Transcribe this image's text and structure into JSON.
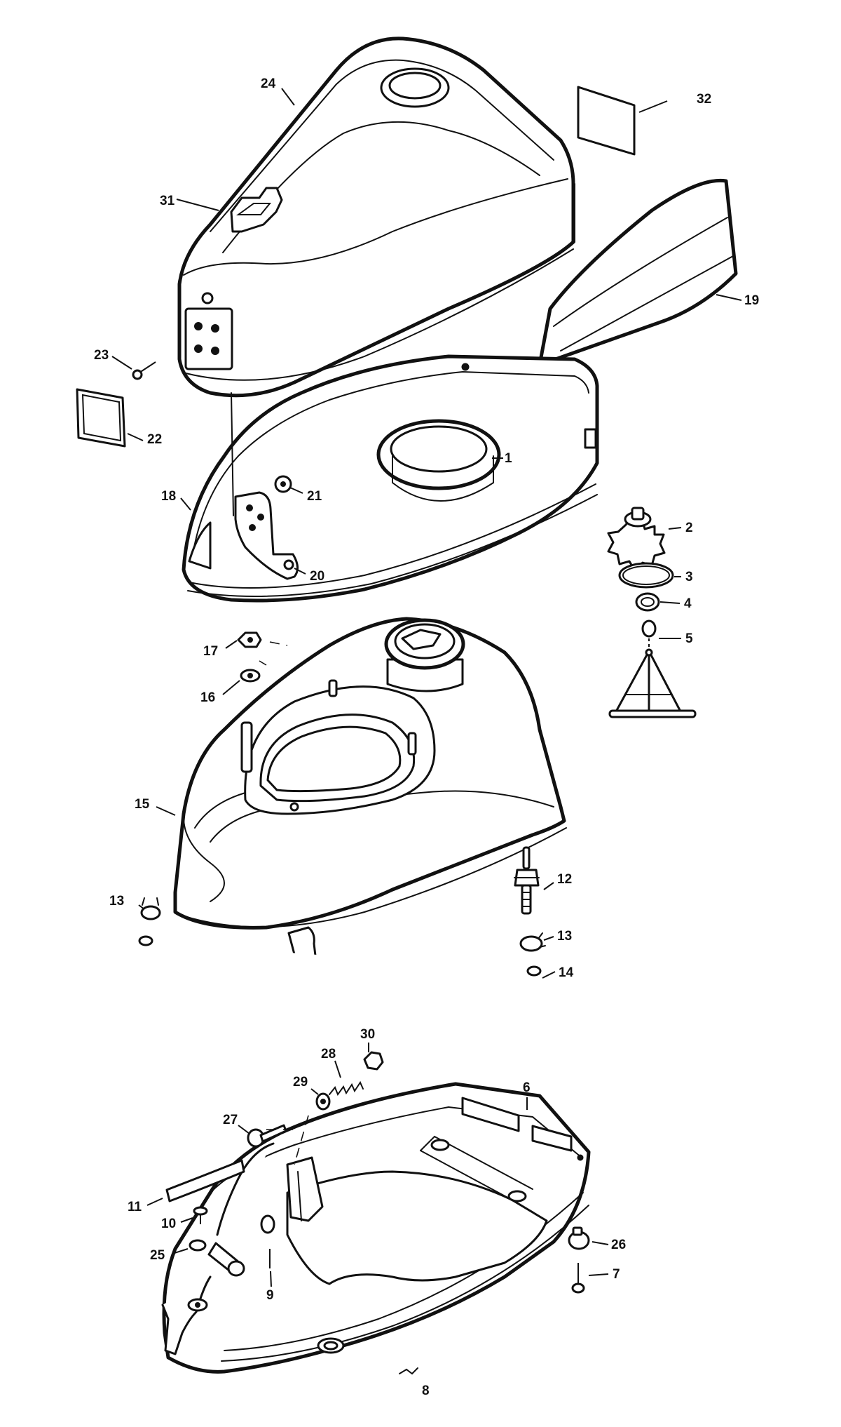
{
  "diagram": {
    "callouts": [
      {
        "id": "c1",
        "label": "1"
      },
      {
        "id": "c2",
        "label": "2"
      },
      {
        "id": "c3",
        "label": "3"
      },
      {
        "id": "c4",
        "label": "4"
      },
      {
        "id": "c5",
        "label": "5"
      },
      {
        "id": "c6",
        "label": "6"
      },
      {
        "id": "c7",
        "label": "7"
      },
      {
        "id": "c8",
        "label": "8"
      },
      {
        "id": "c9",
        "label": "9"
      },
      {
        "id": "c10",
        "label": "10"
      },
      {
        "id": "c11",
        "label": "11"
      },
      {
        "id": "c12",
        "label": "12"
      },
      {
        "id": "c13a",
        "label": "13"
      },
      {
        "id": "c13b",
        "label": "13"
      },
      {
        "id": "c14",
        "label": "14"
      },
      {
        "id": "c15",
        "label": "15"
      },
      {
        "id": "c16",
        "label": "16"
      },
      {
        "id": "c17",
        "label": "17"
      },
      {
        "id": "c18",
        "label": "18"
      },
      {
        "id": "c19",
        "label": "19"
      },
      {
        "id": "c20",
        "label": "20"
      },
      {
        "id": "c21",
        "label": "21"
      },
      {
        "id": "c22",
        "label": "22"
      },
      {
        "id": "c23",
        "label": "23"
      },
      {
        "id": "c24",
        "label": "24"
      },
      {
        "id": "c25",
        "label": "25"
      },
      {
        "id": "c26",
        "label": "26"
      },
      {
        "id": "c27",
        "label": "27"
      },
      {
        "id": "c28",
        "label": "28"
      },
      {
        "id": "c29",
        "label": "29"
      },
      {
        "id": "c30",
        "label": "30"
      },
      {
        "id": "c31",
        "label": "31"
      },
      {
        "id": "c32",
        "label": "32"
      }
    ]
  }
}
